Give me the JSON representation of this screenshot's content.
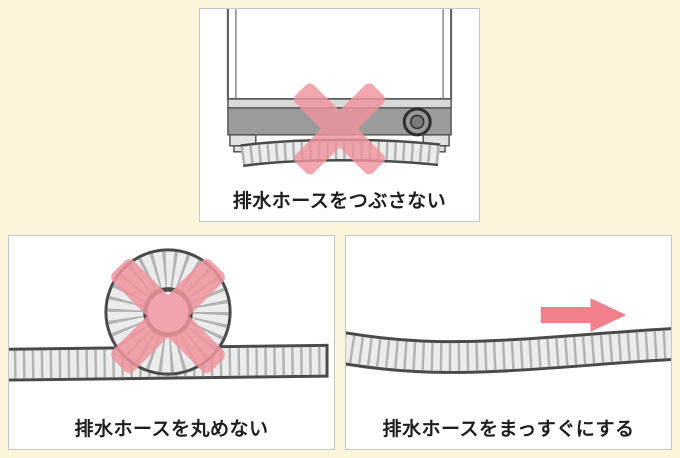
{
  "page": {
    "background": "#fbf5dc"
  },
  "panels": {
    "crush": {
      "caption": "排水ホースをつぶさない"
    },
    "coil": {
      "caption": "排水ホースを丸めない"
    },
    "straight": {
      "caption": "排水ホースをまっすぐにする"
    }
  },
  "colors": {
    "x_mark": "#f0949f",
    "arrow": "#f2808c",
    "hose_outline": "#4a4a4a",
    "hose_fill": "#ececec",
    "hose_ribs": "#b2b2b2",
    "machine_band_dark": "#9b9b9b",
    "machine_band_light": "#d9d9d9"
  }
}
